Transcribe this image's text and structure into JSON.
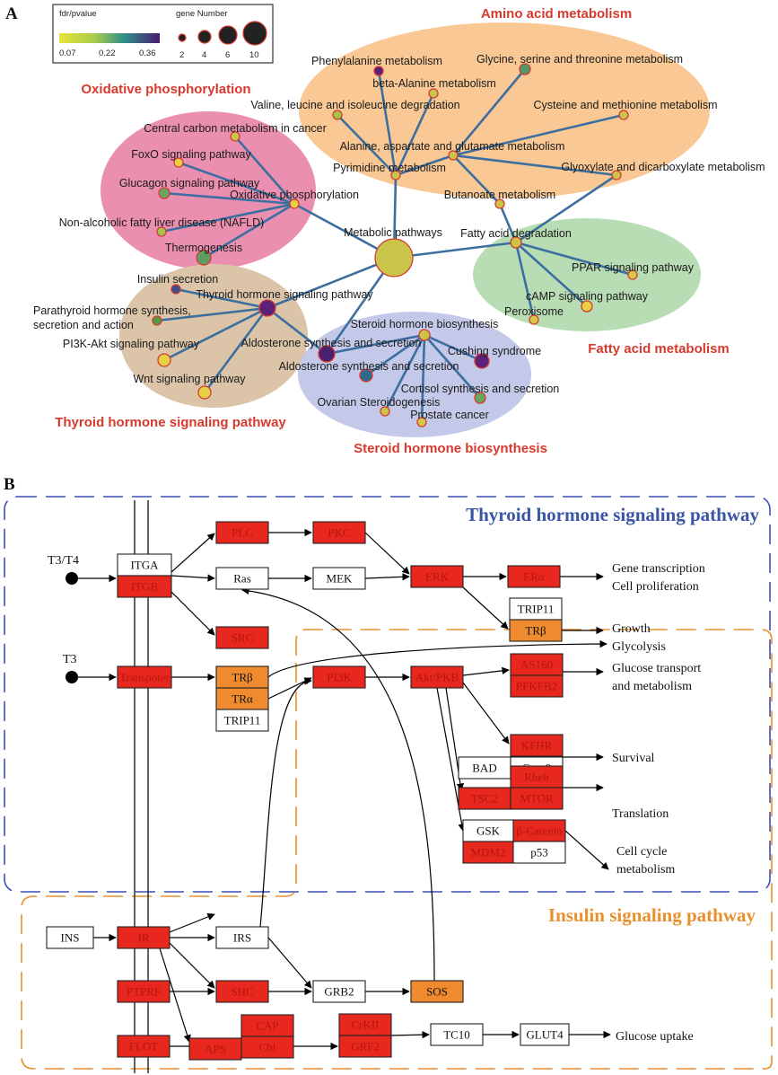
{
  "panelA": {
    "label": "A",
    "legend": {
      "color_title": "fdr/pvalue",
      "color_ticks": [
        "0.07",
        "0.22",
        "0.36"
      ],
      "size_title": "gene Number",
      "size_ticks": [
        "2",
        "4",
        "6",
        "10"
      ]
    },
    "clusters": {
      "amino": "Amino acid metabolism",
      "oxphos": "Oxidative phosphorylation",
      "fatty": "Fatty acid metabolism",
      "thyroid": "Thyroid hormone signaling pathway",
      "steroid": "Steroid hormone biosynthesis"
    },
    "nodes": [
      {
        "id": "metabolic",
        "label": "Metabolic pathways"
      },
      {
        "id": "phe",
        "label": "Phenylalanine metabolism"
      },
      {
        "id": "gly",
        "label": "Glycine, serine and threonine metabolism"
      },
      {
        "id": "bala",
        "label": "beta-Alanine metabolism"
      },
      {
        "id": "val",
        "label": "Valine, leucine and isoleucine degradation"
      },
      {
        "id": "cys",
        "label": "Cysteine and methionine metabolism"
      },
      {
        "id": "ala",
        "label": "Alanine, aspartate and glutamate metabolism"
      },
      {
        "id": "pyr",
        "label": "Pyrimidine metabolism"
      },
      {
        "id": "glyox",
        "label": "Glyoxylate and dicarboxylate metabolism"
      },
      {
        "id": "but",
        "label": "Butanoate metabolism"
      },
      {
        "id": "fad",
        "label": "Fatty acid degradation"
      },
      {
        "id": "ppar",
        "label": "PPAR signaling pathway"
      },
      {
        "id": "camp",
        "label": "cAMP signaling pathway"
      },
      {
        "id": "perox",
        "label": "Peroxisome"
      },
      {
        "id": "ccm",
        "label": "Central carbon metabolism in cancer"
      },
      {
        "id": "foxo",
        "label": "FoxO signaling pathway"
      },
      {
        "id": "glucagon",
        "label": "Glucagon signaling pathway"
      },
      {
        "id": "oxphos",
        "label": "Oxidative phosphorylation"
      },
      {
        "id": "nafld",
        "label": "Non-alcoholic fatty liver disease (NAFLD)"
      },
      {
        "id": "thermo",
        "label": "Thermogenesis"
      },
      {
        "id": "insec",
        "label": "Insulin secretion"
      },
      {
        "id": "thyroid",
        "label": "Thyroid hormone signaling pathway"
      },
      {
        "id": "pth",
        "label": "Parathyroid hormone synthesis,\nsecretion and action"
      },
      {
        "id": "pi3k",
        "label": "PI3K-Akt signaling pathway"
      },
      {
        "id": "wnt",
        "label": "Wnt signaling pathway"
      },
      {
        "id": "steroid",
        "label": "Steroid hormone biosynthesis"
      },
      {
        "id": "aldo1",
        "label": "Aldosterone synthesis and secretion"
      },
      {
        "id": "aldo2",
        "label": "Aldosterone synthesis and secretion"
      },
      {
        "id": "cushing",
        "label": "Cushing syndrome"
      },
      {
        "id": "cortisol",
        "label": "Cortisol synthesis and secretion"
      },
      {
        "id": "ovarian",
        "label": "Ovarian Steroidogenesis"
      },
      {
        "id": "prostate",
        "label": "Prostate cancer"
      }
    ]
  },
  "panelB": {
    "label": "B",
    "titles": {
      "thyroid": "Thyroid hormone signaling pathway",
      "insulin": "Insulin signaling pathway"
    },
    "inputs": {
      "t3t4": "T3/T4",
      "t3": "T3"
    },
    "boxes": [
      {
        "id": "itga",
        "label": "ITGA",
        "style": "white"
      },
      {
        "id": "itgb",
        "label": "ITGB",
        "style": "red"
      },
      {
        "id": "plc",
        "label": "PLC",
        "style": "red"
      },
      {
        "id": "pkc",
        "label": "PKC",
        "style": "red"
      },
      {
        "id": "ras",
        "label": "Ras",
        "style": "white"
      },
      {
        "id": "mek",
        "label": "MEK",
        "style": "white"
      },
      {
        "id": "erk",
        "label": "ERK",
        "style": "red"
      },
      {
        "id": "era",
        "label": "ERα",
        "style": "red"
      },
      {
        "id": "trip11a",
        "label": "TRIP11",
        "style": "white"
      },
      {
        "id": "trb1",
        "label": "TRβ",
        "style": "orange"
      },
      {
        "id": "src",
        "label": "SRC",
        "style": "red"
      },
      {
        "id": "transp",
        "label": "Transpoter",
        "style": "red"
      },
      {
        "id": "trb2",
        "label": "TRβ",
        "style": "orange"
      },
      {
        "id": "tra",
        "label": "TRα",
        "style": "orange"
      },
      {
        "id": "trip11b",
        "label": "TRIP11",
        "style": "white"
      },
      {
        "id": "pi3k",
        "label": "PI3K",
        "style": "red"
      },
      {
        "id": "akt",
        "label": "Akt/PKB",
        "style": "red"
      },
      {
        "id": "as160",
        "label": "AS160",
        "style": "red"
      },
      {
        "id": "pfkfb2",
        "label": "PFKFB2",
        "style": "red"
      },
      {
        "id": "kfhr",
        "label": "KFHR",
        "style": "red"
      },
      {
        "id": "bad",
        "label": "BAD",
        "style": "white"
      },
      {
        "id": "casp9",
        "label": "Casp9",
        "style": "white"
      },
      {
        "id": "rheb",
        "label": "Rheb",
        "style": "red"
      },
      {
        "id": "tsc2",
        "label": "TSC2",
        "style": "red"
      },
      {
        "id": "mtor",
        "label": "MTOR",
        "style": "red"
      },
      {
        "id": "gsk",
        "label": "GSK",
        "style": "white"
      },
      {
        "id": "bcat",
        "label": "β-Catenin",
        "style": "red"
      },
      {
        "id": "mdm2",
        "label": "MDM2",
        "style": "red"
      },
      {
        "id": "p53",
        "label": "p53",
        "style": "white"
      },
      {
        "id": "ins",
        "label": "INS",
        "style": "white"
      },
      {
        "id": "ir",
        "label": "IR",
        "style": "red"
      },
      {
        "id": "irs",
        "label": "IRS",
        "style": "white"
      },
      {
        "id": "ptprf",
        "label": "PTPRF",
        "style": "red"
      },
      {
        "id": "shc",
        "label": "SHC",
        "style": "red"
      },
      {
        "id": "grb2",
        "label": "GRB2",
        "style": "white"
      },
      {
        "id": "sos",
        "label": "SOS",
        "style": "orange"
      },
      {
        "id": "flot",
        "label": "FLOT",
        "style": "red"
      },
      {
        "id": "cap",
        "label": "CAP",
        "style": "red"
      },
      {
        "id": "cbl",
        "label": "Cbl",
        "style": "red"
      },
      {
        "id": "aps",
        "label": "APS",
        "style": "red"
      },
      {
        "id": "crkii",
        "label": "CrKII",
        "style": "red"
      },
      {
        "id": "grf2",
        "label": "GRF2",
        "style": "red"
      },
      {
        "id": "tc10",
        "label": "TC10",
        "style": "white"
      },
      {
        "id": "glut4",
        "label": "GLUT4",
        "style": "white"
      }
    ],
    "outputs": [
      {
        "id": "o_gene",
        "lines": [
          "Gene transcription",
          "Cell proliferation"
        ]
      },
      {
        "id": "o_growth",
        "lines": [
          "Growth",
          "Glycolysis"
        ]
      },
      {
        "id": "o_glucose",
        "lines": [
          "Glucose transport",
          "and metabolism"
        ]
      },
      {
        "id": "o_survival",
        "lines": [
          "Survival"
        ]
      },
      {
        "id": "o_translation",
        "lines": [
          "Translation"
        ]
      },
      {
        "id": "o_cellcycle",
        "lines": [
          "Cell cycle",
          "metabolism"
        ]
      },
      {
        "id": "o_uptake",
        "lines": [
          "Glucose uptake"
        ]
      }
    ]
  },
  "colors": {
    "red": "#e8281e",
    "orange": "#ef8a2e",
    "edge": "#3c6fa0",
    "cluster_text": "#d63a2f",
    "thyroid_title": "#3a54a6",
    "insulin_title": "#e8902e",
    "thyroid_dash": "#3b4fb5",
    "insulin_dash": "#e8902e"
  }
}
